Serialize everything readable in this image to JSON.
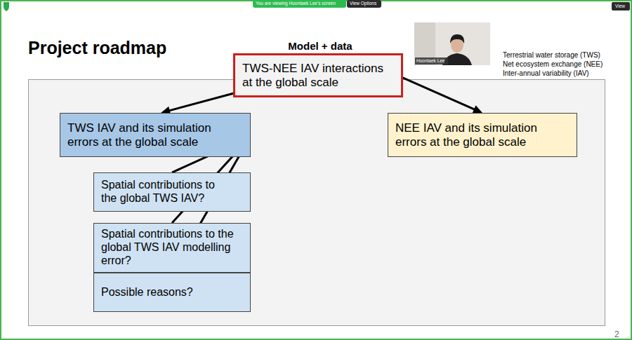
{
  "diagram": {
    "title": "Project roadmap",
    "nodes": [
      {
        "text": [
          "Model + data",
          "TWS-NEE IAV interactions at the global scale"
        ]
      },
      {
        "text": [
          "TWS IAV and its simulation errors at the global scale"
        ]
      },
      {
        "text": [
          "NEE IAV and its simulation errors at the global scale"
        ]
      },
      {
        "text": [
          "Spatial contributions to the global TWS IAV?"
        ]
      },
      {
        "text": [
          "Spatial contributions to the global TWS IAV modelling error?"
        ]
      },
      {
        "text": [
          "Possible reasons?"
        ]
      }
    ],
    "edges": [
      {
        "from": 0,
        "to": 1,
        "arrow": "to"
      },
      {
        "from": 0,
        "to": 2,
        "arrow": "to"
      },
      {
        "from": 1,
        "to": 3,
        "arrow": "none"
      },
      {
        "from": 1,
        "to": 4,
        "arrow": "none"
      },
      {
        "from": 1,
        "to": 5,
        "arrow": "none"
      }
    ],
    "labels": [
      "You are viewing Hoontaek Lee's screen",
      "View Options",
      "View",
      "Hoontaek Lee",
      "Terrestrial water storage (TWS)",
      "Net ecosystem exchange (NEE)",
      "Inter-annual variability (IAV)",
      "2"
    ]
  }
}
